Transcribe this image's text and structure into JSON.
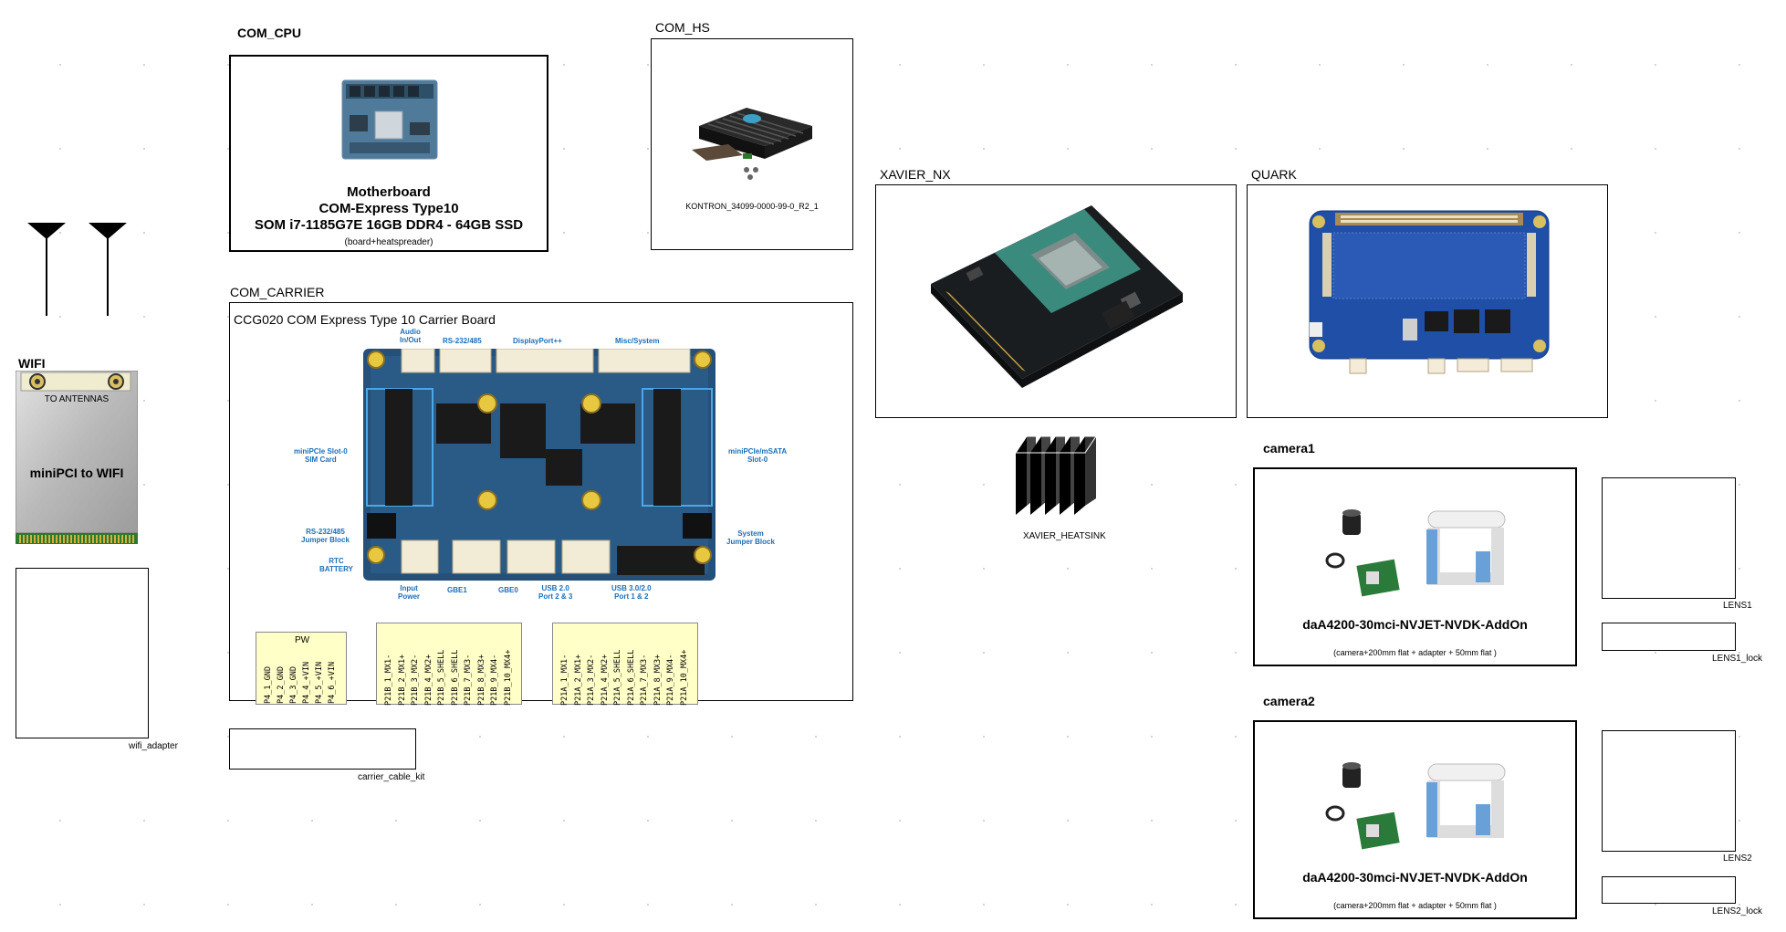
{
  "com_cpu": {
    "title": "COM_CPU",
    "line1": "Motherboard",
    "line2": "COM-Express Type10",
    "line3": "SOM i7-1185G7E 16GB DDR4 - 64GB SSD",
    "note": "(board+heatspreader)"
  },
  "com_hs": {
    "title": "COM_HS",
    "part": "KONTRON_34099-0000-99-0_R2_1"
  },
  "xavier": {
    "title": "XAVIER_NX",
    "heatsink": "XAVIER_HEATSINK"
  },
  "quark": {
    "title": "QUARK"
  },
  "wifi": {
    "title": "WIFI",
    "antennas": "TO ANTENNAS",
    "label": "miniPCI to WIFI",
    "adapter": "wifi_adapter"
  },
  "carrier": {
    "title": "COM_CARRIER",
    "board": "CCG020 COM Express Type 10 Carrier Board",
    "cable_kit": "carrier_cable_kit",
    "board_labels": {
      "audio": "Audio\nIn/Out",
      "rs232": "RS-232/485",
      "dp": "DisplayPort++",
      "misc": "Misc/System",
      "minipcie_sim": "miniPCIe Slot-0\nSIM Card",
      "minipcie_msata": "miniPCIe/mSATA\nSlot-0",
      "rs232_jumper": "RS-232/485\nJumper Block",
      "rtc": "RTC\nBATTERY",
      "system_jumper": "System\nJumper Block",
      "input_power": "Input\nPower",
      "gbe1": "GBE1",
      "gbe0": "GBE0",
      "usb20": "USB 2.0\nPort 2 & 3",
      "usb30": "USB 3.0/2.0\nPort 1 & 2"
    },
    "pw_title": "PW",
    "pw_pins": [
      "P4_1_GND",
      "P4_2_GND",
      "P4_3_GND",
      "P4_4_+VIN",
      "P4_5_+VIN",
      "P4_6_+VIN"
    ],
    "p21b_pins": [
      "P21B_1_MX1-",
      "P21B_2_MX1+",
      "P21B_3_MX2-",
      "P21B_4_MX2+",
      "P21B_5_SHELL",
      "P21B_6_SHELL",
      "P21B_7_MX3-",
      "P21B_8_MX3+",
      "P21B_9_MX4-",
      "P21B_10_MX4+"
    ],
    "p21a_pins": [
      "P21A_1_MX1-",
      "P21A_2_MX1+",
      "P21A_3_MX2-",
      "P21A_4_MX2+",
      "P21A_5_SHELL",
      "P21A_6_SHELL",
      "P21A_7_MX3-",
      "P21A_8_MX3+",
      "P21A_9_MX4-",
      "P21A_10_MX4+"
    ]
  },
  "camera1": {
    "title": "camera1",
    "model": "daA4200-30mci-NVJET-NVDK-AddOn",
    "note": "(camera+200mm flat + adapter + 50mm flat )",
    "lens": "LENS1",
    "lens_lock": "LENS1_lock"
  },
  "camera2": {
    "title": "camera2",
    "model": "daA4200-30mci-NVJET-NVDK-AddOn",
    "note": "(camera+200mm flat + adapter + 50mm flat )",
    "lens": "LENS2",
    "lens_lock": "LENS2_lock"
  }
}
